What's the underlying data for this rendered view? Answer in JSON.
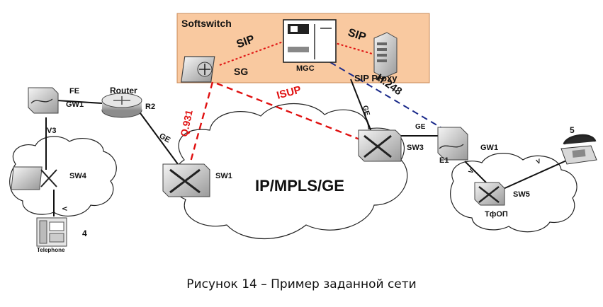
{
  "softswitch": {
    "title": "Softswitch"
  },
  "nodes": {
    "sg": "SG",
    "mgc": "MGC",
    "sip_proxy": "SIP Proxy",
    "router": "Router",
    "r2": "R2",
    "gw1_left": "GW1",
    "gw1_right": "GW1",
    "sw1": "SW1",
    "sw3": "SW3",
    "sw4": "SW4",
    "sw5": "SW5",
    "tfop": "ТфОП",
    "e1": "E1",
    "telephone": "Telephone",
    "n4": "4",
    "n5": "5"
  },
  "clouds": {
    "core": "IP/MPLS/GE"
  },
  "links": {
    "sip1": "SIP",
    "sip2": "SIP",
    "isup": "ISUP",
    "q931": "Q.931",
    "h248": "H.248",
    "fe": "FE",
    "ge_r2": "GE",
    "ge_sw3": "GE",
    "ge_gw": "GE",
    "v3": "V3",
    "v_sw4": "V",
    "v_sw5": "V",
    "v_phone": "V"
  },
  "caption": "Рисунок  14 – Пример  заданной сети"
}
